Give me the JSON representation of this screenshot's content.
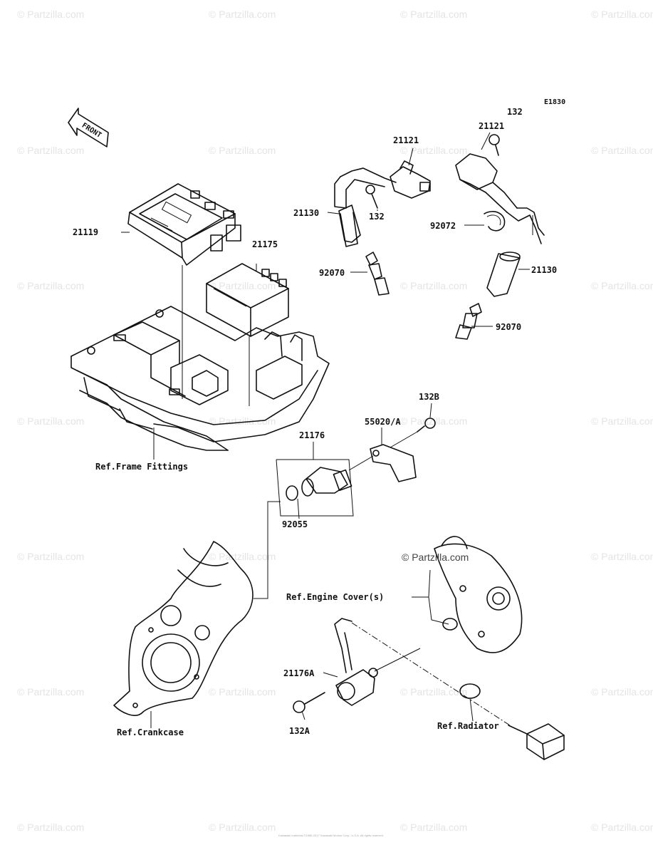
{
  "watermark": "© Partzilla.com",
  "diagram_code": "E1830",
  "front_label": "FRONT",
  "copyright_text": "Kawasaki materials ©1985-2017 Kawasaki Motors Corp., U.S.A. All rights reserved.",
  "labels": {
    "p21119": "21119",
    "p21175": "21175",
    "p21121_a": "21121",
    "p21121_b": "21121",
    "p132_a": "132",
    "p132_b": "132",
    "p21130_a": "21130",
    "p21130_b": "21130",
    "p92072": "92072",
    "p92070_a": "92070",
    "p92070_b": "92070",
    "p132B": "132B",
    "p55020A": "55020/A",
    "p21176": "21176",
    "p92055": "92055",
    "p21176A": "21176A",
    "p132A": "132A",
    "ref_frame": "Ref.Frame Fittings",
    "ref_engine_cover": "Ref.Engine Cover(s)",
    "ref_crankcase": "Ref.Crankcase",
    "ref_radiator": "Ref.Radiator"
  }
}
